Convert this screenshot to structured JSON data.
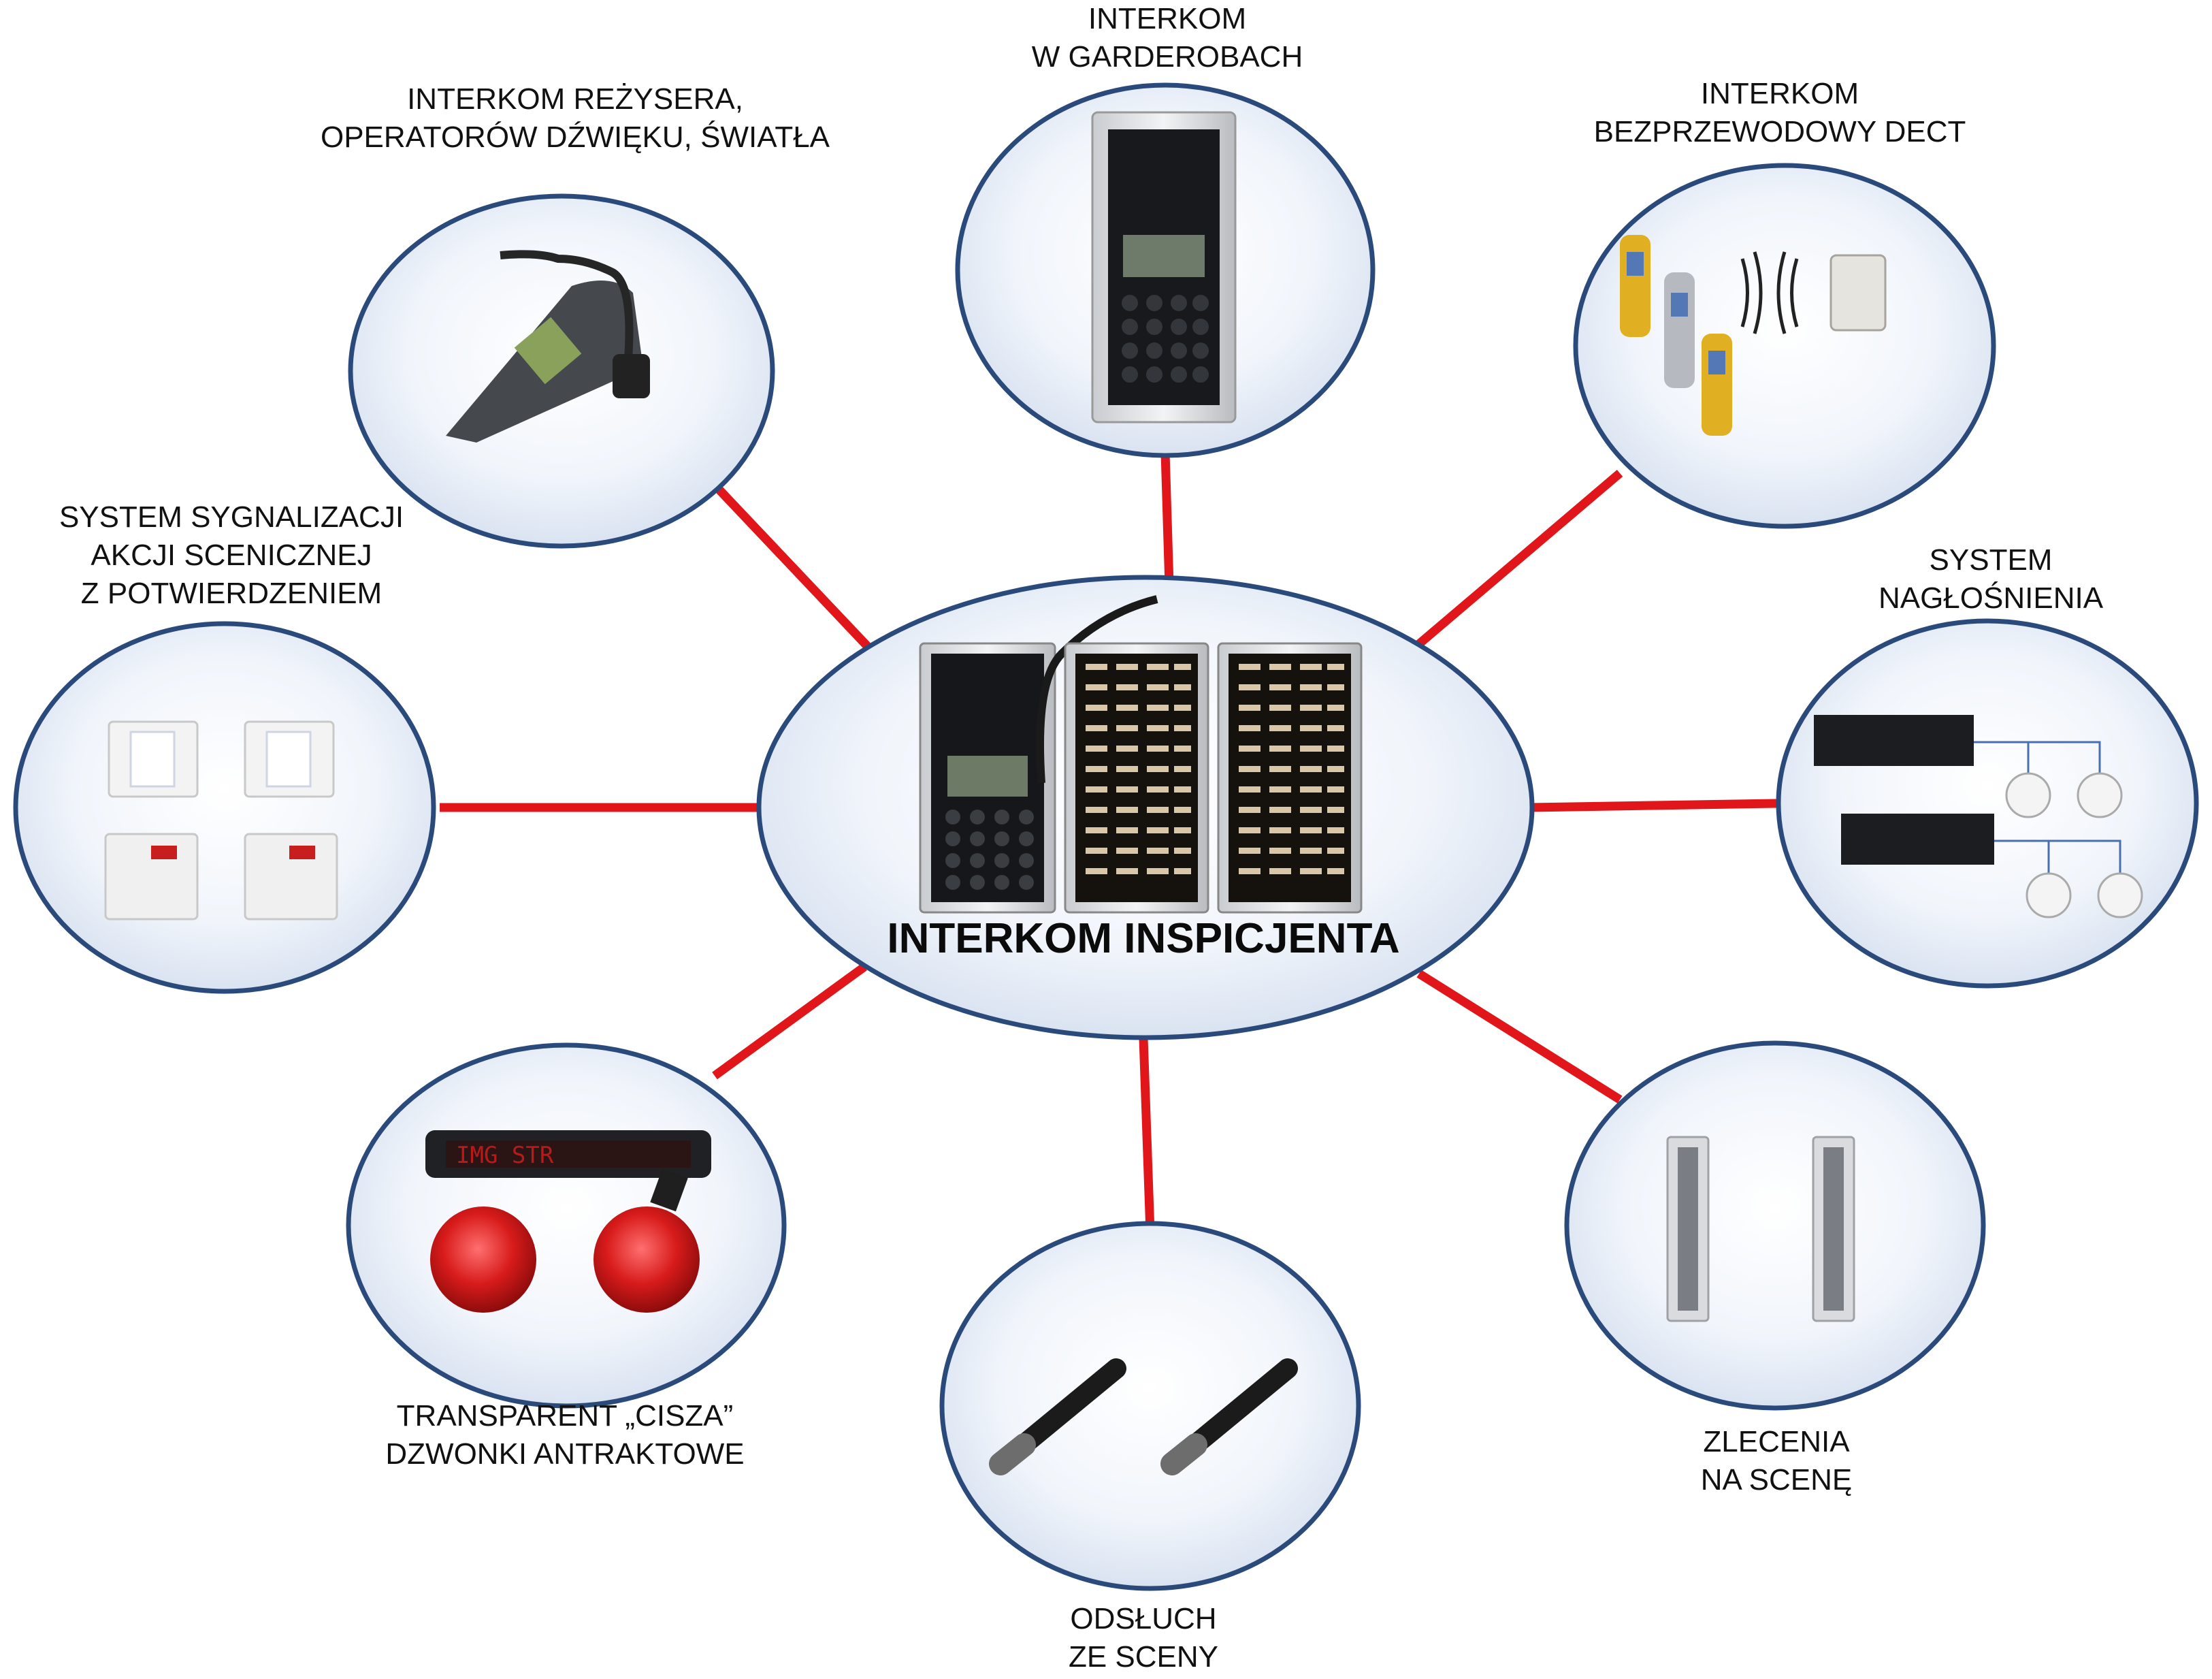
{
  "center": {
    "title": "INTERKOM INSPICJENTA"
  },
  "nodes": {
    "wardrobe": {
      "lines": [
        "INTERKOM",
        "W GARDEROBACH"
      ]
    },
    "director": {
      "lines": [
        "INTERKOM REŻYSERA,",
        "OPERATORÓW DŹWIĘKU, ŚWIATŁA"
      ]
    },
    "dect": {
      "lines": [
        "INTERKOM",
        "BEZPRZEWODOWY DECT"
      ]
    },
    "signaling": {
      "lines": [
        "SYSTEM SYGNALIZACJI",
        "AKCJI SCENICZNEJ",
        "Z POTWIERDZENIEM"
      ]
    },
    "pa": {
      "lines": [
        "SYSTEM",
        "NAGŁOŚNIENIA"
      ]
    },
    "transparent": {
      "lines": [
        "TRANSPARENT „CISZA”",
        "DZWONKI ANTRAKTOWE"
      ]
    },
    "monitoring": {
      "lines": [
        "ODSŁUCH",
        "ZE SCENY"
      ]
    },
    "orders": {
      "lines": [
        "ZLECENIA",
        "NA SCENĘ"
      ]
    }
  },
  "devices": {
    "led_display_text": "IMG STR"
  },
  "colors": {
    "connector": "#e0161b",
    "node_fill": "#d9e3f2",
    "node_border": "#2b4a7c"
  }
}
